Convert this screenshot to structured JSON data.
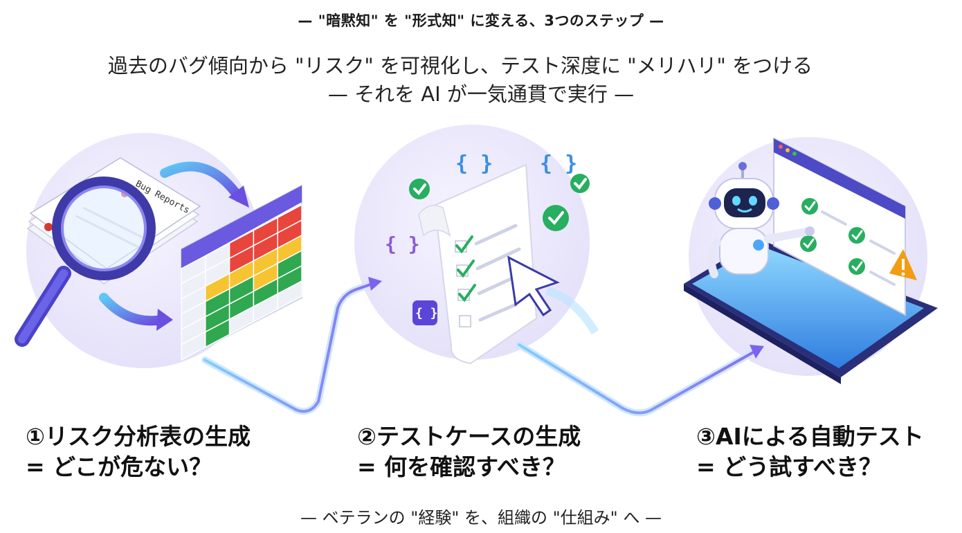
{
  "header": {
    "title": "— \"暗黙知\" を \"形式知\" に変える、3つのステップ —",
    "subtitle_line1": "過去のバグ傾向から \"リスク\" を可視化し、テスト深度に \"メリハリ\" をつける",
    "subtitle_line2": "— それを AI が一気通貫で実行 —"
  },
  "steps": [
    {
      "title": "①リスク分析表の生成",
      "question": "= どこが危ない？"
    },
    {
      "title": "②テストケースの生成",
      "question": "= 何を確認すべき？"
    },
    {
      "title": "③AIによる自動テスト",
      "question": "= どう試すべき？"
    }
  ],
  "illustrations": {
    "bug_reports_label": "Bug Reports",
    "brace_glyph": "{ }"
  },
  "colors": {
    "risk_high": "#e8453c",
    "risk_mid": "#f6c331",
    "risk_low": "#2fa84f",
    "table_header": "#6a5ae0",
    "check_green": "#27ae60",
    "warning": "#f39c12",
    "connector": "#6fa8ff"
  },
  "footer": {
    "text": "— ベテランの \"経験\" を、組織の \"仕組み\" へ —"
  }
}
